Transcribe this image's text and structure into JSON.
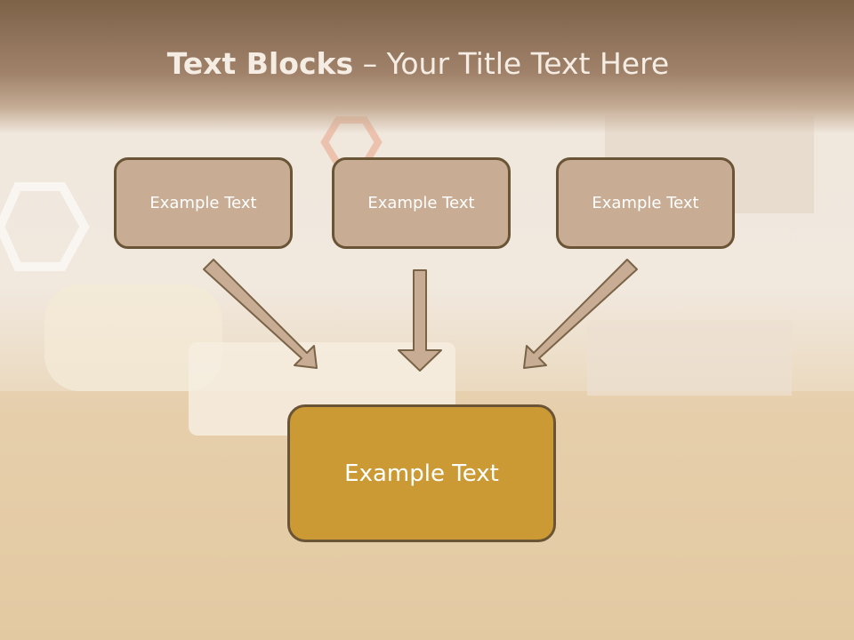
{
  "slide": {
    "title_bold": "Text Blocks",
    "title_dash": " – ",
    "title_rest": "Your Title Text Here",
    "blocks": [
      {
        "label": "Example Text"
      },
      {
        "label": "Example Text"
      },
      {
        "label": "Example Text"
      }
    ],
    "main_block": {
      "label": "Example Text"
    }
  },
  "colors": {
    "block_fill": "#c8ad94",
    "block_border": "#6a5436",
    "main_fill": "#cc9a35",
    "arrow_fill": "#c8ad94",
    "title_band": "#8d7058"
  }
}
